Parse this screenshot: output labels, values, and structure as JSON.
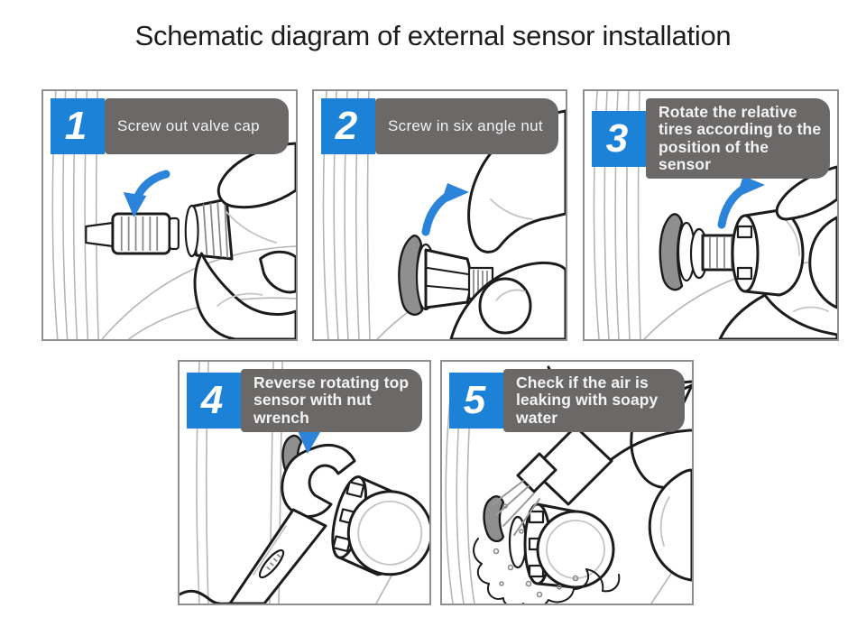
{
  "title": "Schematic diagram of external sensor installation",
  "steps": [
    {
      "number": "1",
      "label": "Screw out valve cap",
      "arrow": "counterclockwise"
    },
    {
      "number": "2",
      "label": "Screw in six angle nut",
      "arrow": "clockwise"
    },
    {
      "number": "3",
      "label": "Rotate the relative tires according to the position of the sensor",
      "arrow": "clockwise"
    },
    {
      "number": "4",
      "label": "Reverse rotating top sensor with nut wrench",
      "arrow": "counterclockwise"
    },
    {
      "number": "5",
      "label": "Check if the air is leaking with soapy water",
      "arrow": "none"
    }
  ],
  "colors": {
    "step_badge": "#1b82d8",
    "label_banner": "#6b6868",
    "arrow": "#2b84da",
    "line_art": "#1c1c1c",
    "rim_lines": "#b5b5b5"
  }
}
